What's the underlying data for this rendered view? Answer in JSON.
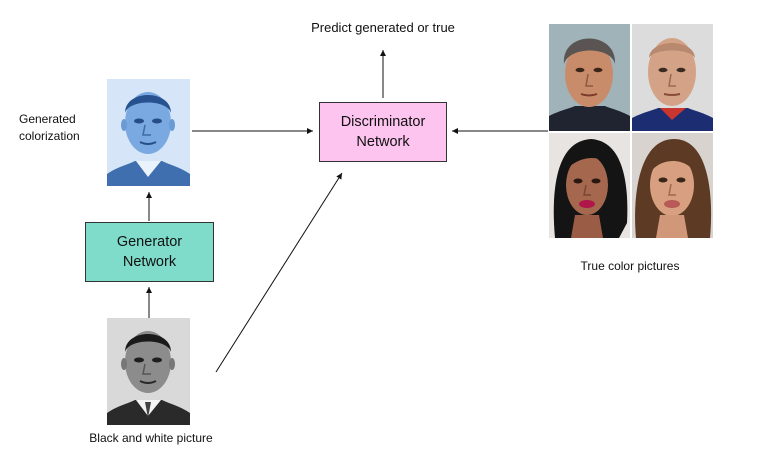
{
  "labels": {
    "top": "Predict generated or true",
    "generated": "Generated\ncolorization",
    "bw": "Black and white picture",
    "true_colors": "True color pictures"
  },
  "nodes": {
    "discriminator": "Discriminator\nNetwork",
    "generator": "Generator\nNetwork"
  },
  "colors": {
    "discriminator_fill": "#fcc4ee",
    "generator_fill": "#7fdccb",
    "blue_tint": "#5f93d0",
    "gray_bg": "#d9d9d9"
  },
  "images": {
    "generated_portrait": "blue-tinted-face-image",
    "bw_portrait": "grayscale-face-image",
    "true_portraits": [
      "man-face-1",
      "man-face-2",
      "woman-face-1",
      "woman-face-2"
    ]
  }
}
